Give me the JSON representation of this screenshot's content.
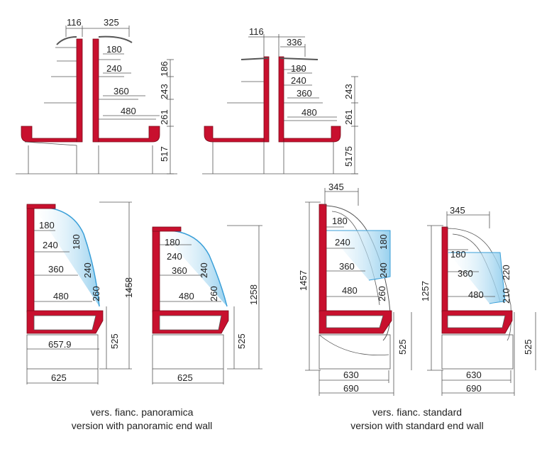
{
  "top_left": {
    "w_left": "116",
    "w_right": "325",
    "depths": [
      "180",
      "240",
      "360",
      "480"
    ],
    "heights": [
      "186",
      "243",
      "261",
      "517"
    ]
  },
  "top_right": {
    "w_left": "116",
    "w_right": "336",
    "depths": [
      "180",
      "240",
      "360",
      "480"
    ],
    "heights": [
      "243",
      "261",
      "5175"
    ]
  },
  "pano_1458": {
    "depths": [
      "180",
      "240",
      "360",
      "480"
    ],
    "verticals": [
      "180",
      "240",
      "260"
    ],
    "height": "1458",
    "base_h": "525",
    "inner_w": "657.9",
    "width": "625"
  },
  "pano_1258": {
    "depths": [
      "180",
      "240",
      "360",
      "480"
    ],
    "verticals": [
      "240",
      "260"
    ],
    "height": "1258",
    "base_h": "525",
    "width": "625"
  },
  "std_1457": {
    "top_w": "345",
    "depths": [
      "180",
      "240",
      "360",
      "480"
    ],
    "verticals": [
      "180",
      "240",
      "260"
    ],
    "height": "1457",
    "base_h": "525",
    "width_inner": "630",
    "width_outer": "690"
  },
  "std_1257": {
    "top_w": "345",
    "depths": [
      "180",
      "360",
      "480"
    ],
    "verticals": [
      "220",
      "210"
    ],
    "height": "1257",
    "base_h": "525",
    "width_inner": "630",
    "width_outer": "690"
  },
  "captions": {
    "panoramic_it": "vers. fianc. panoramica",
    "panoramic_en": "version with panoramic end wall",
    "standard_it": "vers. fianc. standard",
    "standard_en": "version with standard end wall"
  },
  "colors": {
    "red": "#c8102e",
    "glass": "#a8d8f0",
    "line": "#555555"
  }
}
